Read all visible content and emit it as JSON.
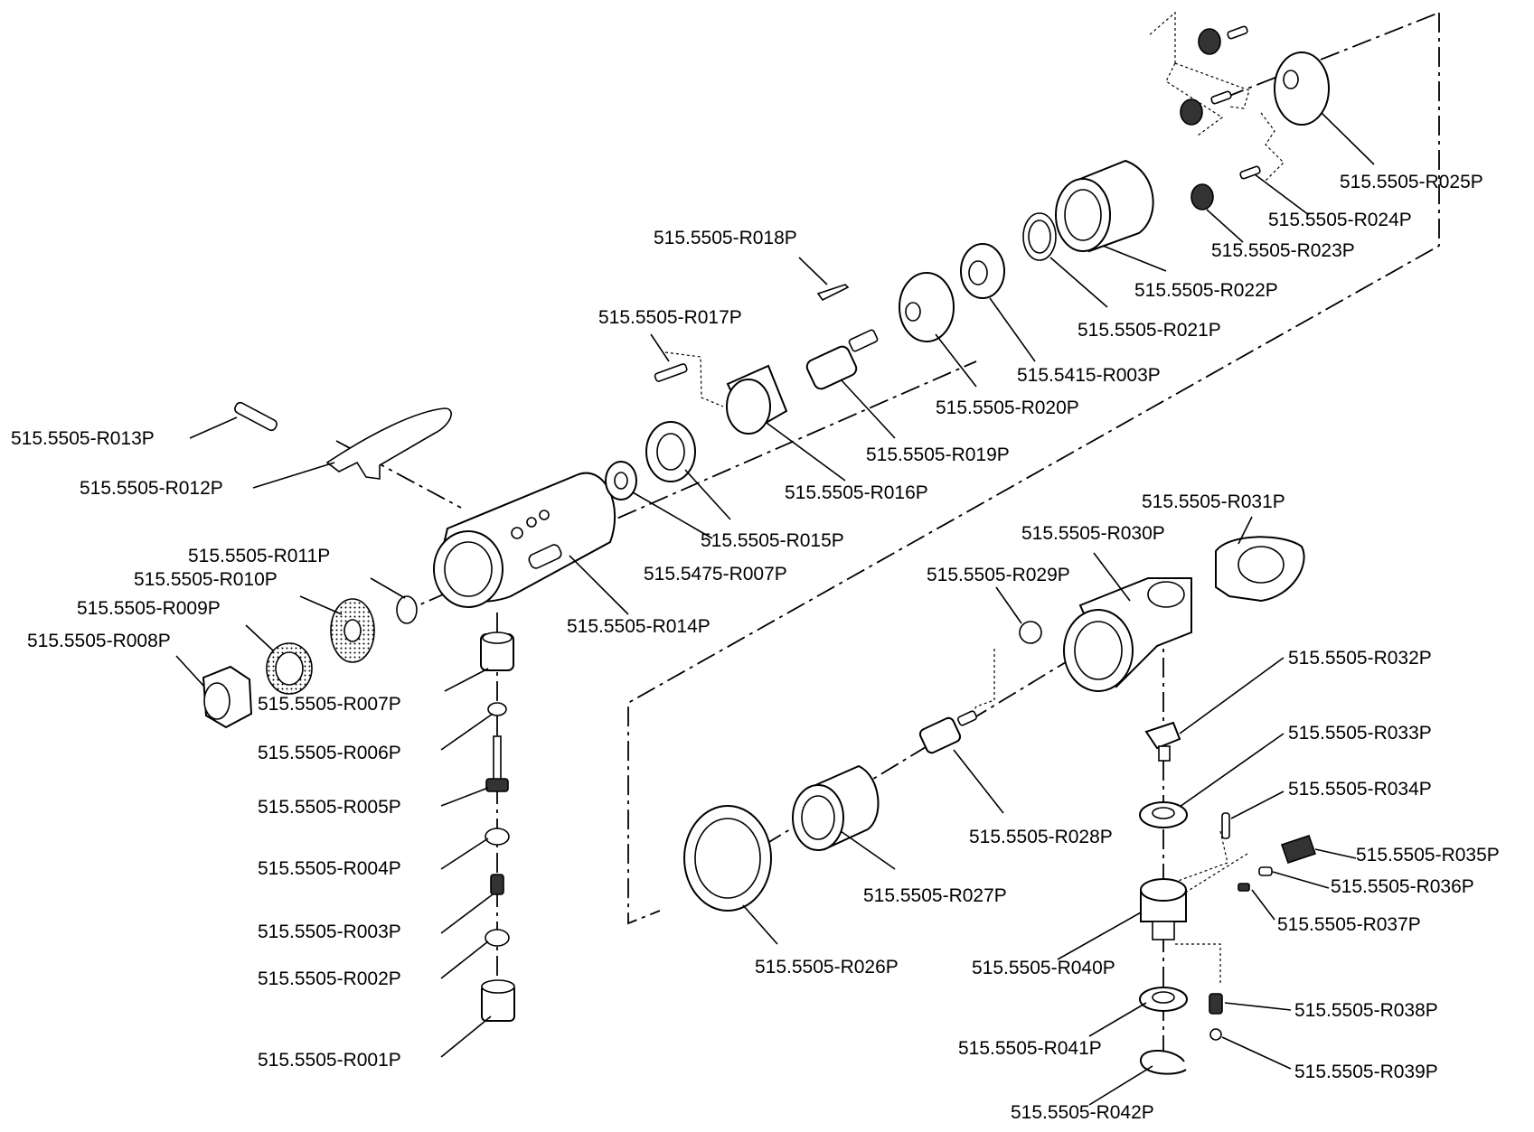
{
  "labels": {
    "r001": "515.5505-R001P",
    "r002": "515.5505-R002P",
    "r003": "515.5505-R003P",
    "r004": "515.5505-R004P",
    "r005": "515.5505-R005P",
    "r006": "515.5505-R006P",
    "r007": "515.5505-R007P",
    "r008": "515.5505-R008P",
    "r009": "515.5505-R009P",
    "r010": "515.5505-R010P",
    "r011": "515.5505-R011P",
    "r012": "515.5505-R012P",
    "r013": "515.5505-R013P",
    "r014": "515.5505-R014P",
    "r015": "515.5505-R015P",
    "r016": "515.5505-R016P",
    "r017": "515.5505-R017P",
    "r018": "515.5505-R018P",
    "r019": "515.5505-R019P",
    "r020": "515.5505-R020P",
    "s003": "515.5415-R003P",
    "r021": "515.5505-R021P",
    "r022": "515.5505-R022P",
    "r023": "515.5505-R023P",
    "r024": "515.5505-R024P",
    "r025": "515.5505-R025P",
    "r026": "515.5505-R026P",
    "r027": "515.5505-R027P",
    "r028": "515.5505-R028P",
    "r029": "515.5505-R029P",
    "r030": "515.5505-R030P",
    "r031": "515.5505-R031P",
    "r032": "515.5505-R032P",
    "r033": "515.5505-R033P",
    "r034": "515.5505-R034P",
    "r035": "515.5505-R035P",
    "r036": "515.5505-R036P",
    "r037": "515.5505-R037P",
    "t007": "515.5475-R007P",
    "r038": "515.5505-R038P",
    "r039": "515.5505-R039P",
    "r040": "515.5505-R040P",
    "r041": "515.5505-R041P",
    "r042": "515.5505-R042P"
  }
}
